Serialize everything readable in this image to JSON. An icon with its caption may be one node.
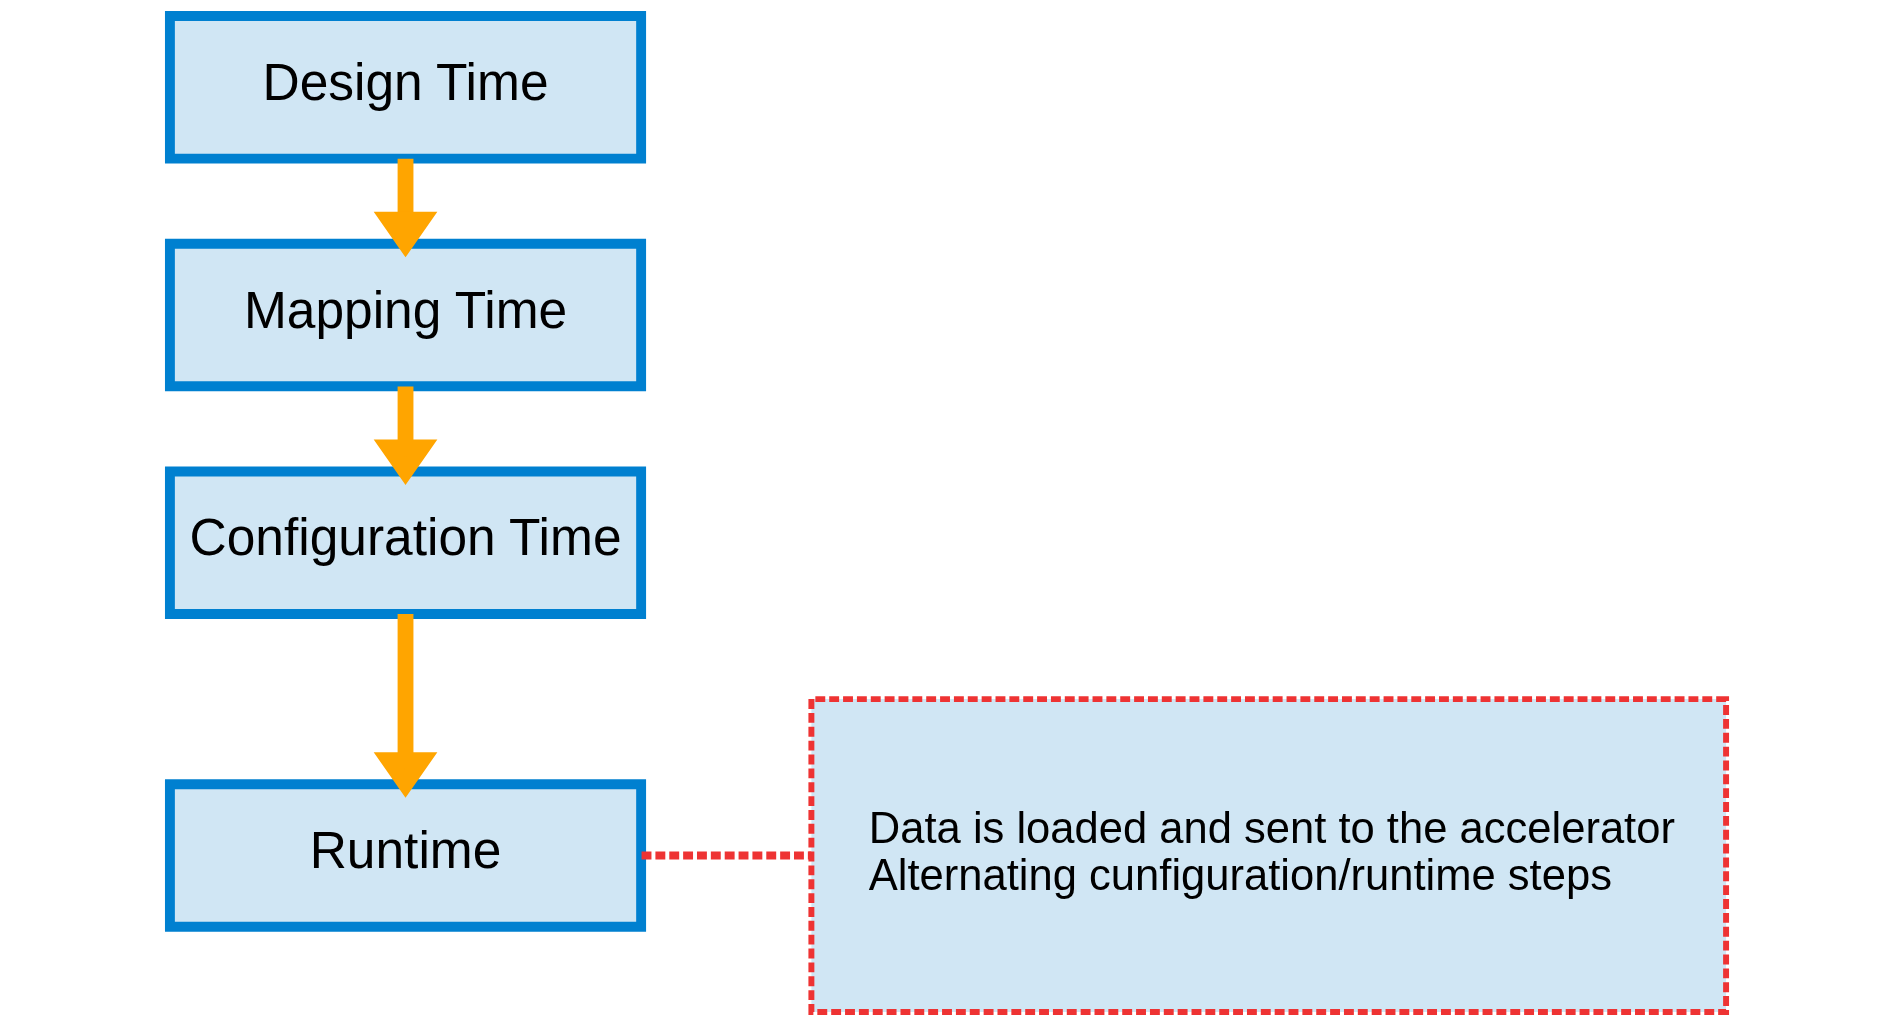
{
  "diagram": {
    "nodes": [
      {
        "text": [
          "Design Time"
        ]
      },
      {
        "text": [
          "Mapping Time"
        ]
      },
      {
        "text": [
          "Configuration Time"
        ]
      },
      {
        "text": [
          "Runtime"
        ]
      },
      {
        "text": [
          "Data is loaded and sent to the accelerator",
          "Alternating cunfiguration/runtime steps"
        ]
      }
    ],
    "edges": [
      {
        "from": 0,
        "to": 1,
        "arrow": "to"
      },
      {
        "from": 1,
        "to": 2,
        "arrow": "to"
      },
      {
        "from": 2,
        "to": 3,
        "arrow": "to"
      },
      {
        "from": 3,
        "to": 4,
        "arrow": "none",
        "style": "dashed",
        "color": "#ee3333"
      }
    ]
  }
}
